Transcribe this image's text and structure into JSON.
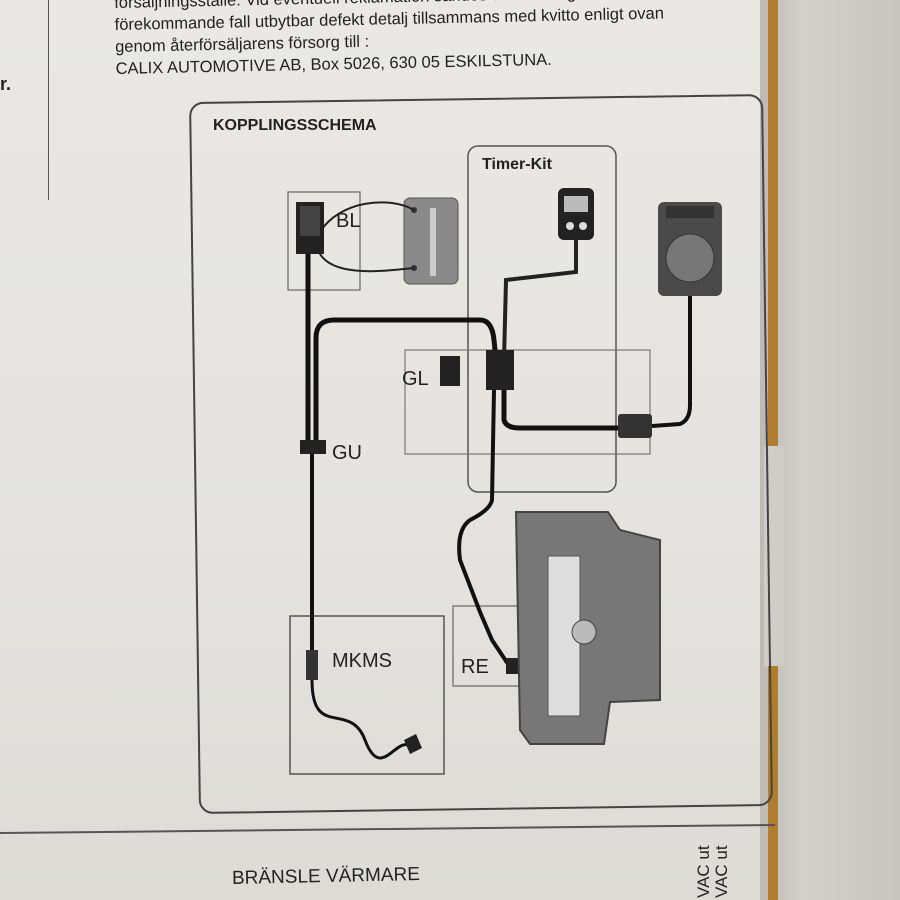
{
  "top_text": {
    "line1": "försäljningsställe. Vid eventuell reklamation sändes den felaktiga varan elle",
    "line2": "förekommande fall utbytbar defekt detalj tillsammans med kvitto enligt ovan",
    "line3": "genom återförsäljarens försorg till :",
    "line4": "CALIX AUTOMOTIVE AB, Box 5026, 630 05 ESKILSTUNA."
  },
  "left_fragment": "r.",
  "diagram": {
    "title": "KOPPLINGSSCHEMA",
    "timer_kit": "Timer-Kit",
    "labels": {
      "bl": "BL",
      "gl": "GL",
      "gu": "GU",
      "mkms": "MKMS",
      "re": "RE"
    }
  },
  "bottom": {
    "title": "BRÄNSLE VÄRMARE",
    "side_line1": "VAC ut",
    "side_line2": "VAC ut"
  }
}
